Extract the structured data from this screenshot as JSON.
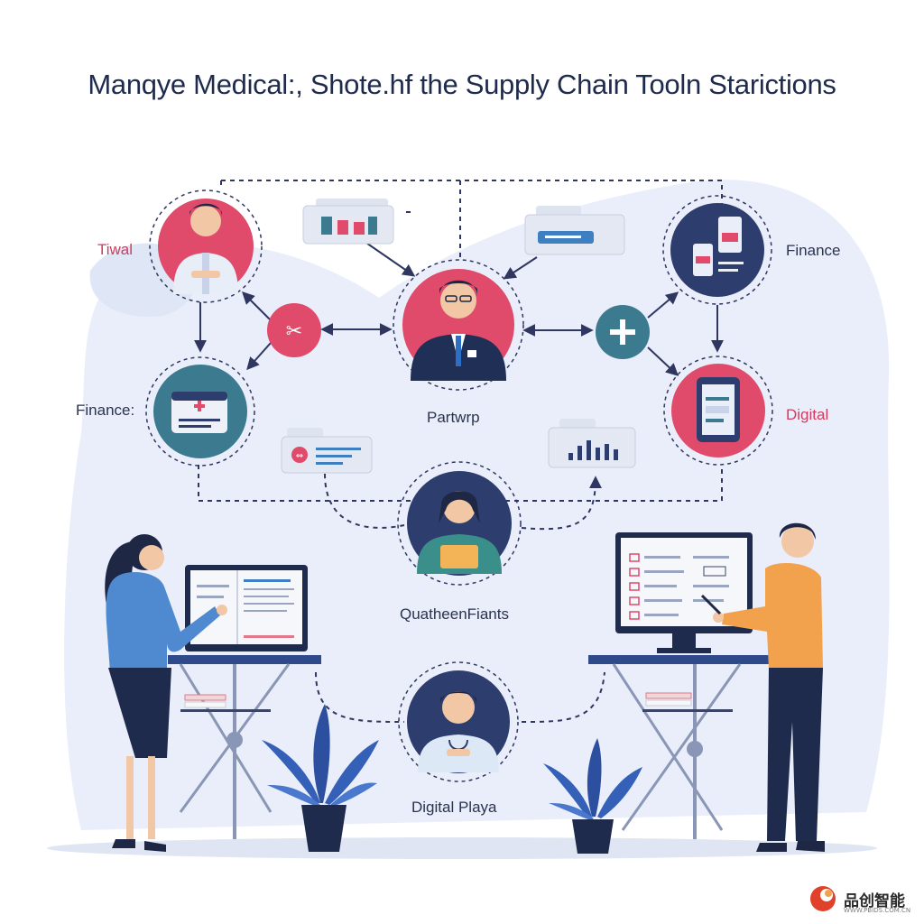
{
  "title": "Manqye Medical:, Shote.hf the Supply Chain Tooln Starictions",
  "nodes": {
    "top_left": {
      "label": "Tiwal"
    },
    "top_right": {
      "label": "Finance"
    },
    "mid_left": {
      "label": "Finance:"
    },
    "center": {
      "label": "Partwrp"
    },
    "mid_right": {
      "label": "Digital"
    },
    "lower_center": {
      "label": "QuatheenFiants"
    },
    "bottom_center": {
      "label": "Digital Playa"
    }
  },
  "colors": {
    "pink": "#e04a6b",
    "navy": "#2d3e6e",
    "teal": "#3b7a8f",
    "blob": "#e9eefa",
    "line": "#2f3660"
  },
  "watermark": {
    "text": "品创智能",
    "subtext": "WWW.PBIDS.COM.CN"
  }
}
